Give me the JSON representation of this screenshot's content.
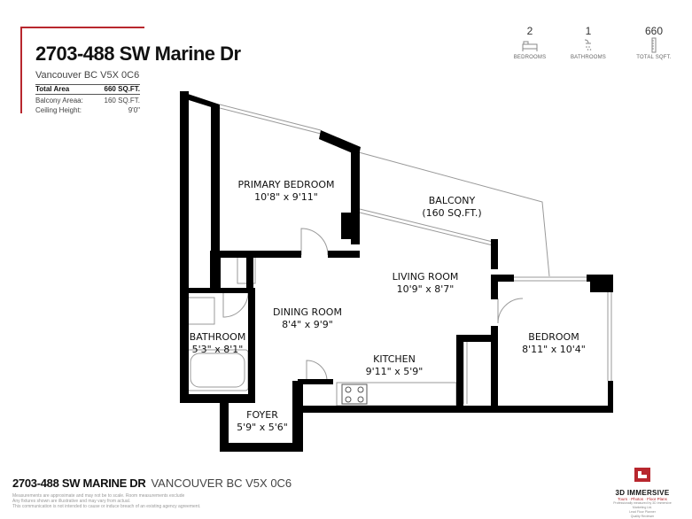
{
  "header": {
    "title": "2703-488 SW Marine Dr",
    "subtitle": "Vancouver BC V5X 0C6",
    "stats": [
      {
        "label": "Total Area",
        "value": "660 SQ.FT."
      },
      {
        "label": "Balcony Areaa:",
        "value": "160 SQ.FT."
      },
      {
        "label": "Ceiling Height:",
        "value": "9'0\""
      }
    ]
  },
  "summary": [
    {
      "value": "2",
      "label": "BEDROOMS",
      "icon": "bed-icon"
    },
    {
      "value": "1",
      "label": "BATHROOMS",
      "icon": "shower-icon"
    },
    {
      "value": "660",
      "label": "TOTAL SQFT.",
      "icon": "ruler-icon"
    }
  ],
  "rooms": {
    "primary_bedroom": {
      "name": "PRIMARY BEDROOM",
      "dims": "10'8\" x 9'11\""
    },
    "balcony": {
      "name": "BALCONY",
      "dims": "(160 SQ.FT.)"
    },
    "living_room": {
      "name": "LIVING ROOM",
      "dims": "10'9\" x 8'7\""
    },
    "dining_room": {
      "name": "DINING ROOM",
      "dims": "8'4\" x 9'9\""
    },
    "bathroom": {
      "name": "BATHROOM",
      "dims": "5'3\" x 8'1\""
    },
    "kitchen": {
      "name": "KITCHEN",
      "dims": "9'11\" x 5'9\""
    },
    "bedroom": {
      "name": "BEDROOM",
      "dims": "8'11\" x 10'4\""
    },
    "foyer": {
      "name": "FOYER",
      "dims": "5'9\" x 5'6\""
    }
  },
  "footer": {
    "address": "2703-488 SW MARINE DR",
    "city": "VANCOUVER BC V5X 0C6",
    "disclaimer": [
      "Measurements are approximate and may not be to scale. Room measurements exclude",
      "Any fixtures shown are illustrative and may vary from actual.",
      "This communication is not intended to cause or induce breach of an existing agency agreement."
    ]
  },
  "logo": {
    "brand": "3D IMMERSIVE",
    "tagline": "Tours · Photos · Floor Plans",
    "fine": [
      "Professionally measured by 3D Immersive Marketing Ltd.",
      "Lead Floor Planner",
      "Quality Reviewer"
    ]
  },
  "colors": {
    "accent": "#b8272e",
    "wall": "#000000",
    "line": "#999999"
  }
}
